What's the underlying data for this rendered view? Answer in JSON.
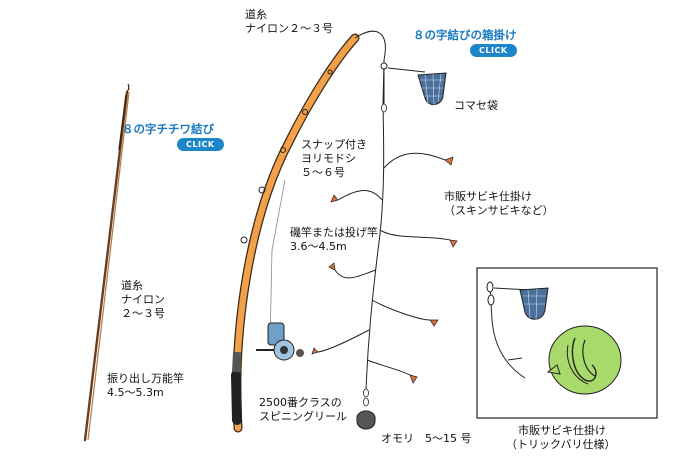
{
  "links": {
    "eight_knot": {
      "title": "８の字チチワ結び",
      "click": "CLICK"
    },
    "box_rig": {
      "title": "８の字結びの箱掛け",
      "click": "CLICK"
    }
  },
  "labels": {
    "left_line": [
      "道糸",
      "ナイロン",
      "２～３号"
    ],
    "left_rod": [
      "振り出し万能竿",
      "4.5～5.3m"
    ],
    "top_line": [
      "道糸",
      "ナイロン２～３号"
    ],
    "snap": [
      "スナップ付き",
      "ヨリモドシ",
      "５～６号"
    ],
    "rod": [
      "磯竿または投げ竿",
      "3.6～4.5m"
    ],
    "reel": [
      "2500番クラスの",
      "スピニングリール"
    ],
    "komase": "コマセ袋",
    "sabiki": [
      "市販サビキ仕掛け",
      "（スキンサビキなど）"
    ],
    "sinker": "オモリ　5～15 号",
    "trick": [
      "市販サビキ仕掛け",
      "（トリックバリ仕様）"
    ]
  },
  "colors": {
    "accent_blue": "#1d86c9",
    "rod_orange": "#f2a04a",
    "bait_green": "#a8d96b",
    "hook_red": "#e0703a"
  }
}
